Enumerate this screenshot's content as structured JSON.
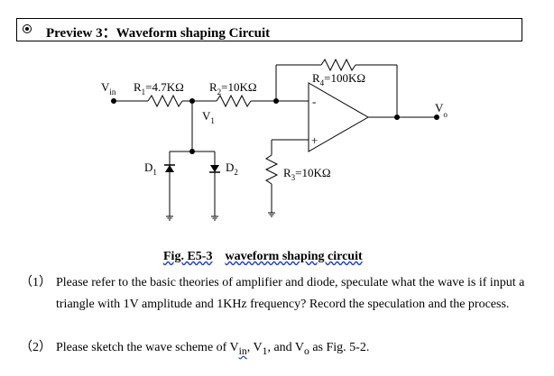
{
  "header": {
    "title": "Preview 3：Waveform shaping Circuit"
  },
  "circuit": {
    "labels": {
      "vin": "V",
      "vin_sub": "in",
      "r1": "R",
      "r1_sub": "1",
      "r1_val": "=4.7KΩ",
      "r2": "R",
      "r2_sub": "2",
      "r2_val": "=10KΩ",
      "r3": "R",
      "r3_sub": "3",
      "r3_val": "=10KΩ",
      "r4": "R",
      "r4_sub": "4",
      "r4_val": "=100KΩ",
      "v1": "V",
      "v1_sub": "1",
      "d1": "D",
      "d1_sub": "1",
      "d2": "D",
      "d2_sub": "2",
      "vo": "V",
      "vo_sub": "o",
      "minus": "-",
      "plus": "+"
    }
  },
  "caption": {
    "prefix": "Fig. E5-3",
    "gap": "    ",
    "suffix": "waveform shaping circuit"
  },
  "questions": [
    {
      "num": "（1）",
      "text": "Please refer to the basic theories of amplifier and diode, speculate what the wave is if input a triangle with 1V amplitude and 1KHz frequency? Record the speculation and the process."
    },
    {
      "num": "（2）",
      "text": "Please sketch the wave scheme of V",
      "sub1": "in",
      "mid": ", V",
      "sub2": "1",
      "mid2": ", and V",
      "sub3": "o",
      "end": " as Fig. 5-2."
    }
  ]
}
